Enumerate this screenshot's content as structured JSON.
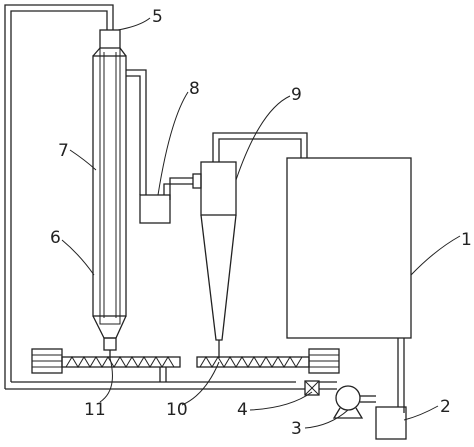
{
  "labels": {
    "l1": "1",
    "l2": "2",
    "l3": "3",
    "l4": "4",
    "l5": "5",
    "l6": "6",
    "l7": "7",
    "l8": "8",
    "l9": "9",
    "l10": "10",
    "l11": "11"
  },
  "colors": {
    "stroke": "#222222",
    "background": "#ffffff"
  }
}
